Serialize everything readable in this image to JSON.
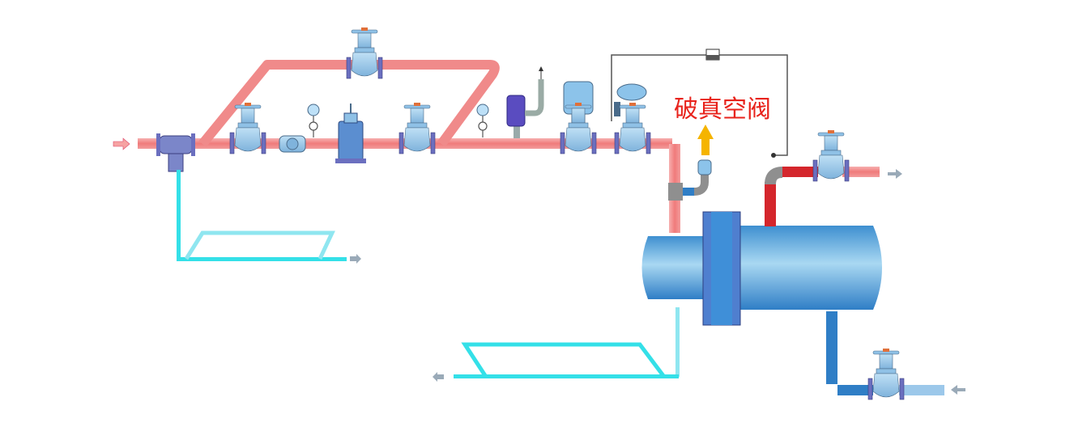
{
  "title": "Steam heat exchanger piping with vacuum breaker",
  "annotation": {
    "label": "破真空阀",
    "meaning": "vacuum breaker valve",
    "color": "#e8231c",
    "arrow_color": "#f5b400"
  },
  "colors": {
    "steam_pipe": "#f08a8a",
    "steam_pipe_dark": "#d4262c",
    "condensate_pipe": "#34e0e8",
    "cold_water_pipe": "#2f7ec6",
    "valve_body": "#9cc8ea",
    "flange": "#6b6fbf",
    "fitting": "#8f8f8f",
    "vessel": "#5aa9dd",
    "signal_line": "#555555"
  },
  "flows": {
    "steam_in": "inlet",
    "steam_bypass_out": "outlet",
    "trap_branch_out": "outlet",
    "condensate_out": "outlet",
    "water_in": "inlet"
  },
  "components": [
    {
      "id": "steam-strainer",
      "type": "separator"
    },
    {
      "id": "isolation-valve-1",
      "type": "globe-valve"
    },
    {
      "id": "strainer",
      "type": "strainer"
    },
    {
      "id": "pressure-gauge-1",
      "type": "pressure-gauge"
    },
    {
      "id": "pressure-reducing-valve",
      "type": "pressure-reducing-valve"
    },
    {
      "id": "isolation-valve-2",
      "type": "globe-valve"
    },
    {
      "id": "bypass-valve",
      "type": "globe-valve"
    },
    {
      "id": "pressure-gauge-2",
      "type": "pressure-gauge"
    },
    {
      "id": "safety-valve",
      "type": "safety-valve"
    },
    {
      "id": "control-valve-1",
      "type": "pneumatic-control-valve"
    },
    {
      "id": "control-valve-2",
      "type": "pneumatic-control-valve"
    },
    {
      "id": "temperature-controller",
      "type": "controller"
    },
    {
      "id": "vacuum-breaker",
      "type": "vacuum-breaker"
    },
    {
      "id": "heat-exchanger",
      "type": "shell-and-tube"
    },
    {
      "id": "outlet-valve",
      "type": "globe-valve"
    },
    {
      "id": "inlet-valve",
      "type": "globe-valve"
    },
    {
      "id": "steam-trap-upper",
      "type": "trap-assembly"
    },
    {
      "id": "steam-trap-lower",
      "type": "trap-assembly"
    }
  ]
}
